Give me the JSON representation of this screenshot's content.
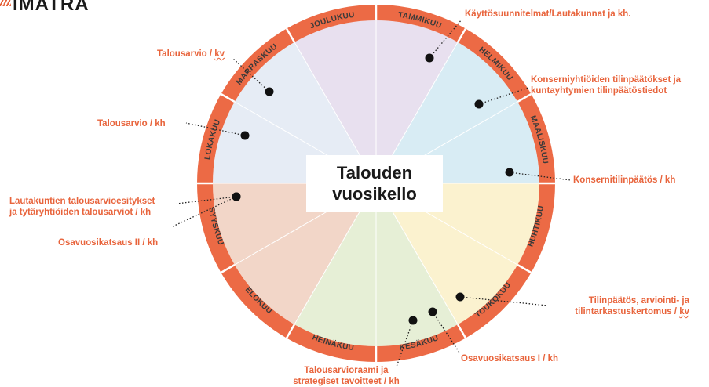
{
  "logo": {
    "text": "IMATRA"
  },
  "center": {
    "line1": "Talouden",
    "line2": "vuosikello"
  },
  "months": [
    "TAMMIKUU",
    "HELMIKUU",
    "MAALISKUU",
    "HUHTIKUU",
    "TOUKOKUU",
    "KESÄKUU",
    "HEINÄKUU",
    "ELOKUU",
    "SYYSKUU",
    "LOKAKUU",
    "MARRASKUU",
    "JOULUKUU"
  ],
  "colors": {
    "ring": "#ec6a45",
    "accent": "#e8643c",
    "sectors": [
      "#e8e0ef",
      "#d8ecf4",
      "#d8ecf4",
      "#fbf2cf",
      "#fbf2cf",
      "#e6efd6",
      "#e6efd6",
      "#f2d6c8",
      "#f2d6c8",
      "#e6ecf5",
      "#e6ecf5",
      "#e8e0ef"
    ]
  },
  "labels": {
    "kayttosuunnitelmat": "Käyttösuunnitelmat/Lautakunnat ja kh.",
    "konserni_1": "Konserniyhtiöiden tilinpäätökset ja",
    "konserni_2": "kuntayhtymien tilinpäätöstiedot",
    "konsernitilinpaatos": "Konsernitilinpäätös / kh",
    "tilinpaatos_1": "Tilinpäätös, arviointi- ja",
    "tilinpaatos_2": "tilintarkastuskertomus / ",
    "tilinpaatos_kv": "kv",
    "osavuosikatsaus1": "Osavuosikatsaus I / kh",
    "talousarvioraami_1": "Talousarvioraami ja",
    "talousarvioraami_2": "strategiset tavoitteet / kh",
    "osavuosikatsaus2": "Osavuosikatsaus II / kh",
    "lautakuntien_1": "Lautakuntien talousarvioesitykset",
    "lautakuntien_2": "ja tytäryhtiöiden talousarviot / kh",
    "talousarvio_kh": "Talousarvio / kh",
    "talousarvio_kv_prefix": "Talousarvio / ",
    "talousarvio_kv_suffix": "kv"
  }
}
